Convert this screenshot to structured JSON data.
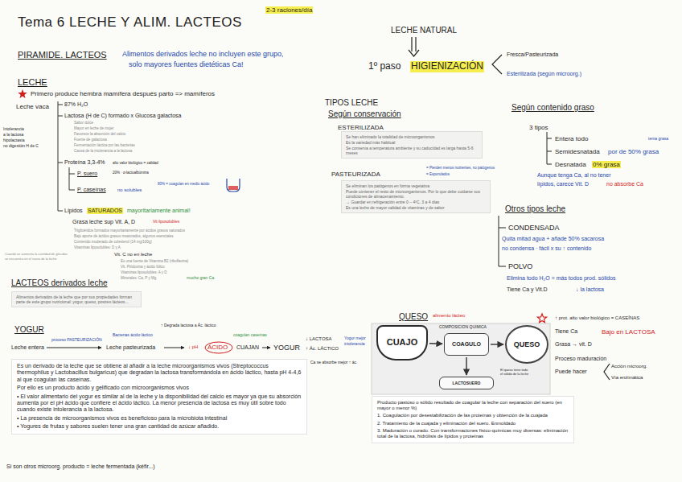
{
  "diagram": {
    "title": "Tema 6 LECHE Y ALIM. LACTEOS",
    "nodes": [
      {
        "text": [
          "Alimentos derivados de la leche que por sus propiedades forman parte de este grupo nutricional: yogur, queso, postres lácteos..."
        ]
      },
      {
        "text": [
          "Se han eliminado la totalidad de microorganismos",
          "Es la variedad más habitual",
          "Se conserva a temperatura ambiente y su caducidad es larga hasta 5-6 meses"
        ]
      },
      {
        "text": [
          "Se eliminan los patógenos en forma vegetativa",
          "Puede contener el resto de microorganismos. Por lo que debe cuidarse sus condiciones de almacenamiento.",
          "→ Guardar en refrigeración entre 0 – 4ºC, 3 a 4 días",
          "Es una leche de mayor calidad de vitaminas y de sabor"
        ]
      },
      {
        "text": [
          "Es un derivado de la leche que se obtiene al añadir a la leche microorganismos vivos (Streptococcus thermophilus y Lactobacillus bulgaricus) que degradan la lactosa transformándola en ácido láctico, hasta pH 4-4,6 al que coagulan las caseínas.",
          "Por ello es un producto ácido y gelificado con microorganismos vivos",
          "• El valor alimentario del yogur es similar al de la leche y la disponibilidad del calcio es mayor ya que su absorción aumenta por el pH ácido que confiere el ácido láctico. La menor presencia de lactosa es muy útil sobre todo cuando existe intolerancia a la lactosa.",
          "• La presencia de microorganismos vivos es beneficioso para la microbiota intestinal",
          "• Yogures de frutas y sabores suelen tener una gran cantidad de azúcar añadido."
        ]
      },
      {
        "text": [
          "CUAJO"
        ]
      },
      {
        "text": [
          "COAGULO"
        ]
      },
      {
        "text": [
          "QUESO"
        ]
      },
      {
        "text": [
          "LACTOSUERO"
        ]
      },
      {
        "text": [
          "Producto pastoso o sólido resultado de coagular la leche con separación del suero (en mayor o menor %)",
          "1. Coagulación por desestabilización de las proteínas y obtención de la cuajada",
          "2. Tratamiento de la cuajada y eliminación del suero. Enmoldado",
          "3. Maduración o curado. Con transformaciones físico-químicas muy diversas: eliminación total de la lactosa, hidrólisis de lípidos y proteínas"
        ]
      }
    ],
    "edges": [
      {
        "from": 4,
        "to": 5,
        "arrow": "to"
      },
      {
        "from": 5,
        "to": 6,
        "arrow": "to"
      },
      {
        "from": 5,
        "to": 7,
        "arrow": "to"
      }
    ],
    "labels": [
      "2-3 raciones/día",
      "PIRAMIDE. LACTEOS",
      "Alimentos derivados leche no incluyen este grupo,",
      "solo mayores fuentes dietéticas Ca!",
      "LECHE",
      "Primero produce hembra mamífera después parto => mamíferos",
      "Leche vaca",
      "87% H₂O",
      "Lactosa (H de C) formado x Glucosa galactosa",
      "Sabor dulce",
      "Mayor en leche de mujer",
      "Favorece la absorción del calcio",
      "Fuente de galactosa",
      "Fermentación láctica por las bacterias",
      "Causa de la intolerancia a la lactosa",
      "Intolerancia",
      "a la lactosa",
      "hipolactasia",
      "no digestión H de C",
      "Proteína 3,3-4%",
      "alto valor biológico = calidad",
      "P. suero",
      "20% · α-lactoalbúmina",
      "P. caseínas",
      "no solubles",
      "80% = coagulan en medio ácido",
      "Lípidos",
      "SATURADOS",
      "mayoritariamente animal!",
      "Grasa leche sup Vit. A, D",
      "Vit liposolubles",
      "Triglicéridos formados mayoritariamente por ácidos grasos saturados",
      "Bajo aporte de ácidos grasos insaturados, algunos esenciales",
      "Contenido moderado de colesterol (14 mg/100g)",
      "Vitaminas liposolubles: D y A",
      "Cuando se aumenta la cantidad de glúcidos",
      "se encuentra en el suero de la leche",
      "Vit. C no en leche",
      "Es una fuente de Vitamina B2 (riboflavina)",
      "Vit. Piridoxina y ácido fólico",
      "Vitaminas liposolubles: A y D",
      "Minerales: Ca, P y Mg",
      "mucho gran Ca",
      "LACTEOS derivados leche",
      "LECHE NATURAL",
      "1º paso",
      "HIGIENIZACIÓN",
      "Fresca/Pasteurizada",
      "Esterilizada (según microorg.)",
      "TIPOS LECHE",
      "Según conservación",
      "ESTERILIZADA",
      "PASTEURIZADA",
      "= Pierden menos nutrientes, no patógenos",
      "= Esporulados",
      "Según contenido graso",
      "3 tipos",
      "Entera todo",
      "Semidesnatada",
      "por de 50% grasa",
      "Desnatada",
      "0% grasa",
      "tema grasa",
      "Aunque tenga Ca, al no tener",
      "lípidos, carece Vit. D",
      "no absorbe Ca",
      "Otros tipos leche",
      "CONDENSADA",
      "Quita mitad agua + añade 50% sacarosa",
      "no condensa · fácil x su ↑ contenido",
      "POLVO",
      "Elimina todo H₂O = más todos prod. sólidos",
      "Tiene Ca y Vit.D",
      "↓ la lactosa",
      "YOGUR",
      "Leche entera",
      "proceso PASTEURIZACIÓN",
      "Leche pasteurizada",
      "Bacterias ácido láctico",
      "↑ Degrada lactosa a Ác. láctico",
      "↓ pH",
      "ÁCIDO",
      "CUAJAN",
      "coagulan caseínas",
      "YOGUR",
      "↓ LACTOSA",
      "↑ Ác. LÁCTICO",
      "Yogur mejor",
      "intolerancia",
      "Ca se absorbe mejor ↑ ác.",
      "Si son otros microorg. producto = leche fermentada (kéfir...)",
      "QUESO",
      "alimento lácteo",
      "COMPOSICION QUIMICA",
      "El queso tiene todo",
      "el sólido de la leche",
      "↑ prot. alto valor biológico = CASEÍNAS",
      "Tiene Ca",
      "Bajo en LACTOSA",
      "Grasa → vit. D",
      "Proceso maduración",
      "Puede hacer",
      "Acción microorg.",
      "Vía enzimática"
    ]
  }
}
